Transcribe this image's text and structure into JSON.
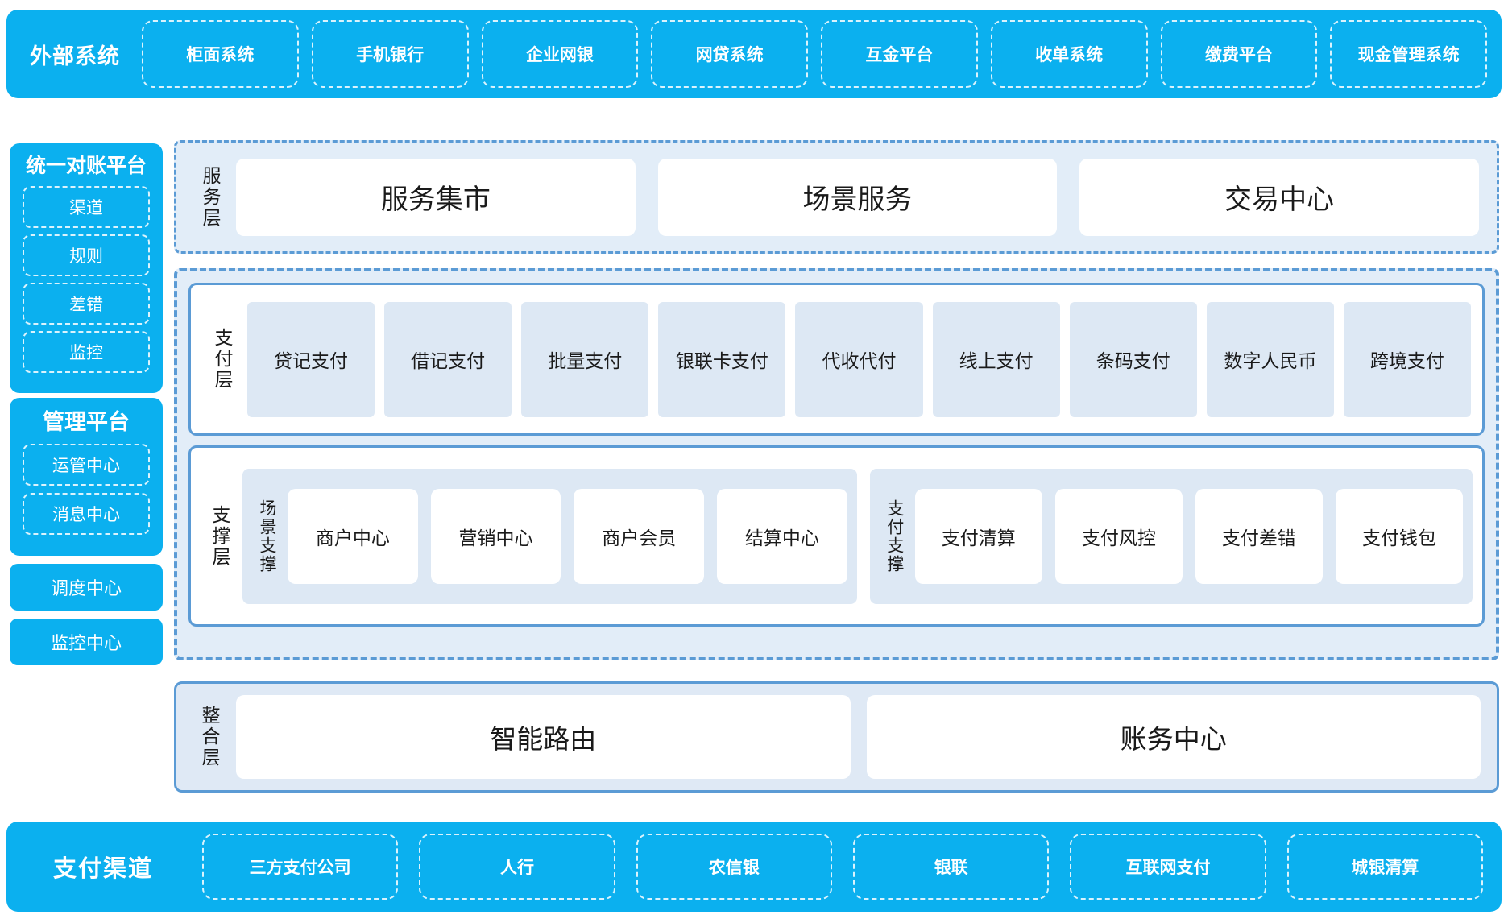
{
  "external": {
    "title": "外部系统",
    "items": [
      "柜面系统",
      "手机银行",
      "企业网银",
      "网贷系统",
      "互金平台",
      "收单系统",
      "缴费平台",
      "现金管理系统"
    ]
  },
  "sidebar": {
    "reconciliation": {
      "title": "统一对账平台",
      "items": [
        "渠道",
        "规则",
        "差错",
        "监控"
      ]
    },
    "management": {
      "title": "管理平台",
      "items": [
        "运管中心",
        "消息中心"
      ]
    },
    "standalone": [
      "调度中心",
      "监控中心"
    ]
  },
  "service_layer": {
    "label": "服务层",
    "cards": [
      "服务集市",
      "场景服务",
      "交易中心"
    ]
  },
  "payment_layer": {
    "label": "支付层",
    "cards": [
      "贷记支付",
      "借记支付",
      "批量支付",
      "银联卡支付",
      "代收代付",
      "线上支付",
      "条码支付",
      "数字人民币",
      "跨境支付"
    ]
  },
  "support_layer": {
    "label": "支撑层",
    "groups": [
      {
        "label": "场景支撑",
        "items": [
          "商户中心",
          "营销中心",
          "商户会员",
          "结算中心"
        ]
      },
      {
        "label": "支付支撑",
        "items": [
          "支付清算",
          "支付风控",
          "支付差错",
          "支付钱包"
        ]
      }
    ]
  },
  "integration_layer": {
    "label": "整合层",
    "cards": [
      "智能路由",
      "账务中心"
    ]
  },
  "channels": {
    "title": "支付渠道",
    "items": [
      "三方支付公司",
      "人行",
      "农信银",
      "银联",
      "互联网支付",
      "城银清算"
    ]
  },
  "colors": {
    "brand_blue": "#0bb0ef",
    "panel_border_blue": "#5b9bd5",
    "light_panel_bg": "#e2edf8",
    "card_bg": "#dde8f4",
    "white": "#ffffff"
  }
}
